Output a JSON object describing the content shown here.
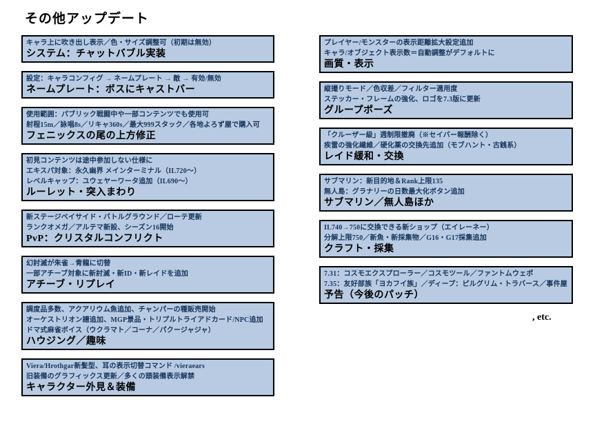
{
  "page": {
    "title": "その他アップデート",
    "etc_label": ", etc."
  },
  "colors": {
    "box_fill": "#b8cbe2",
    "box_border": "#000000",
    "detail_text": "#17365d",
    "heading_text": "#000000",
    "background": "#ffffff"
  },
  "columns": {
    "left": [
      {
        "details": [
          "キャラ上に吹き出し表示／色・サイズ調整可（初期は無効）"
        ],
        "heading": "システム：チャットバブル実装"
      },
      {
        "details": [
          "設定：キャラコンフィグ → ネームプレート → 敵 → 有効/無効"
        ],
        "heading": "ネームプレート：ボスにキャストバー"
      },
      {
        "details": [
          "使用範囲：パブリック戦闘中や一部コンテンツでも使用可",
          " 射程15m／詠唱8s／リキャ360s／最大999スタック／各地よろず屋で購入可"
        ],
        "heading": "フェニックスの尾の上方修正"
      },
      {
        "details": [
          "初見コンテンツは途中参加しない仕様に",
          "エキスパ対象：永久幽界 メインターミナル（IL720～）",
          "レベルキャップ：ユウェヤーワータ追加（IL690～）"
        ],
        "heading": "ルーレット・突入まわり"
      },
      {
        "details": [
          "新ステージベイサイド・バトルグラウンド／ローテ更新",
          "ランクオメガ／アルテマ新設、シーズン16開始"
        ],
        "heading": "PvP：クリスタルコンフリクト"
      },
      {
        "details": [
          "幻討滅が朱雀→青龍に切替",
          "一部アチーブ対象に新討滅・新ID・新レイドを追加"
        ],
        "heading": "アチーブ・リプレイ"
      },
      {
        "details": [
          "調度品多数、アクアリウム魚追加、チャンパーの種販売開始",
          "オーケストリオン譜追加、MGP景品・トリプルトライアドカード/NPC追加",
          "ドマ式麻雀ボイス（ウクラマト／コーナ／パクージャジャ）"
        ],
        "heading": "ハウジング／趣味"
      },
      {
        "details": [
          "Viera/Hrothgar新髪型、耳の表示切替コマンド /vieraears",
          "旧装備のグラフィックス更新／多くの頭装備表示解禁"
        ],
        "heading": "キャラクター外見＆装備"
      }
    ],
    "right": [
      {
        "details": [
          "プレイヤー/モンスターの表示距離拡大設定追加",
          "キャラ/オブジェクト表示数＝自動調整がデフォルトに"
        ],
        "heading": "画質・表示"
      },
      {
        "details": [
          "縦撮りモード／色収差／フィルター適用度",
          "ステッカー・フレームの強化、ロゴを7.3版に更新"
        ],
        "heading": "グループポーズ"
      },
      {
        "details": [
          "「クルーザー級」週制限撤廃（※セイバー報酬除く）",
          "疾雷の強化繊維／硬化薬の交換先追加（モブハント・古銭系）"
        ],
        "heading": "レイド緩和・交換"
      },
      {
        "details": [
          "サブマリン：新目的地＆Rank上限135",
          "無人島：グラナリーの日数最大化ボタン追加"
        ],
        "heading": "サブマリン／無人島ほか"
      },
      {
        "details": [
          "IL740→750に交換できる新ショップ（エイレーネー）",
          "分解上限750／新魚・新採集物／G16・G17採集追加"
        ],
        "heading": "クラフト・採集"
      },
      {
        "details": [
          "7.31：コスモエクスプローラー／コスモツール／ファントムウェポ",
          "7.35：友好部族「ヨカフイ族」／ディープ：ピルグリム・トラバース／事件屋"
        ],
        "heading": "予告（今後のパッチ）"
      }
    ]
  }
}
